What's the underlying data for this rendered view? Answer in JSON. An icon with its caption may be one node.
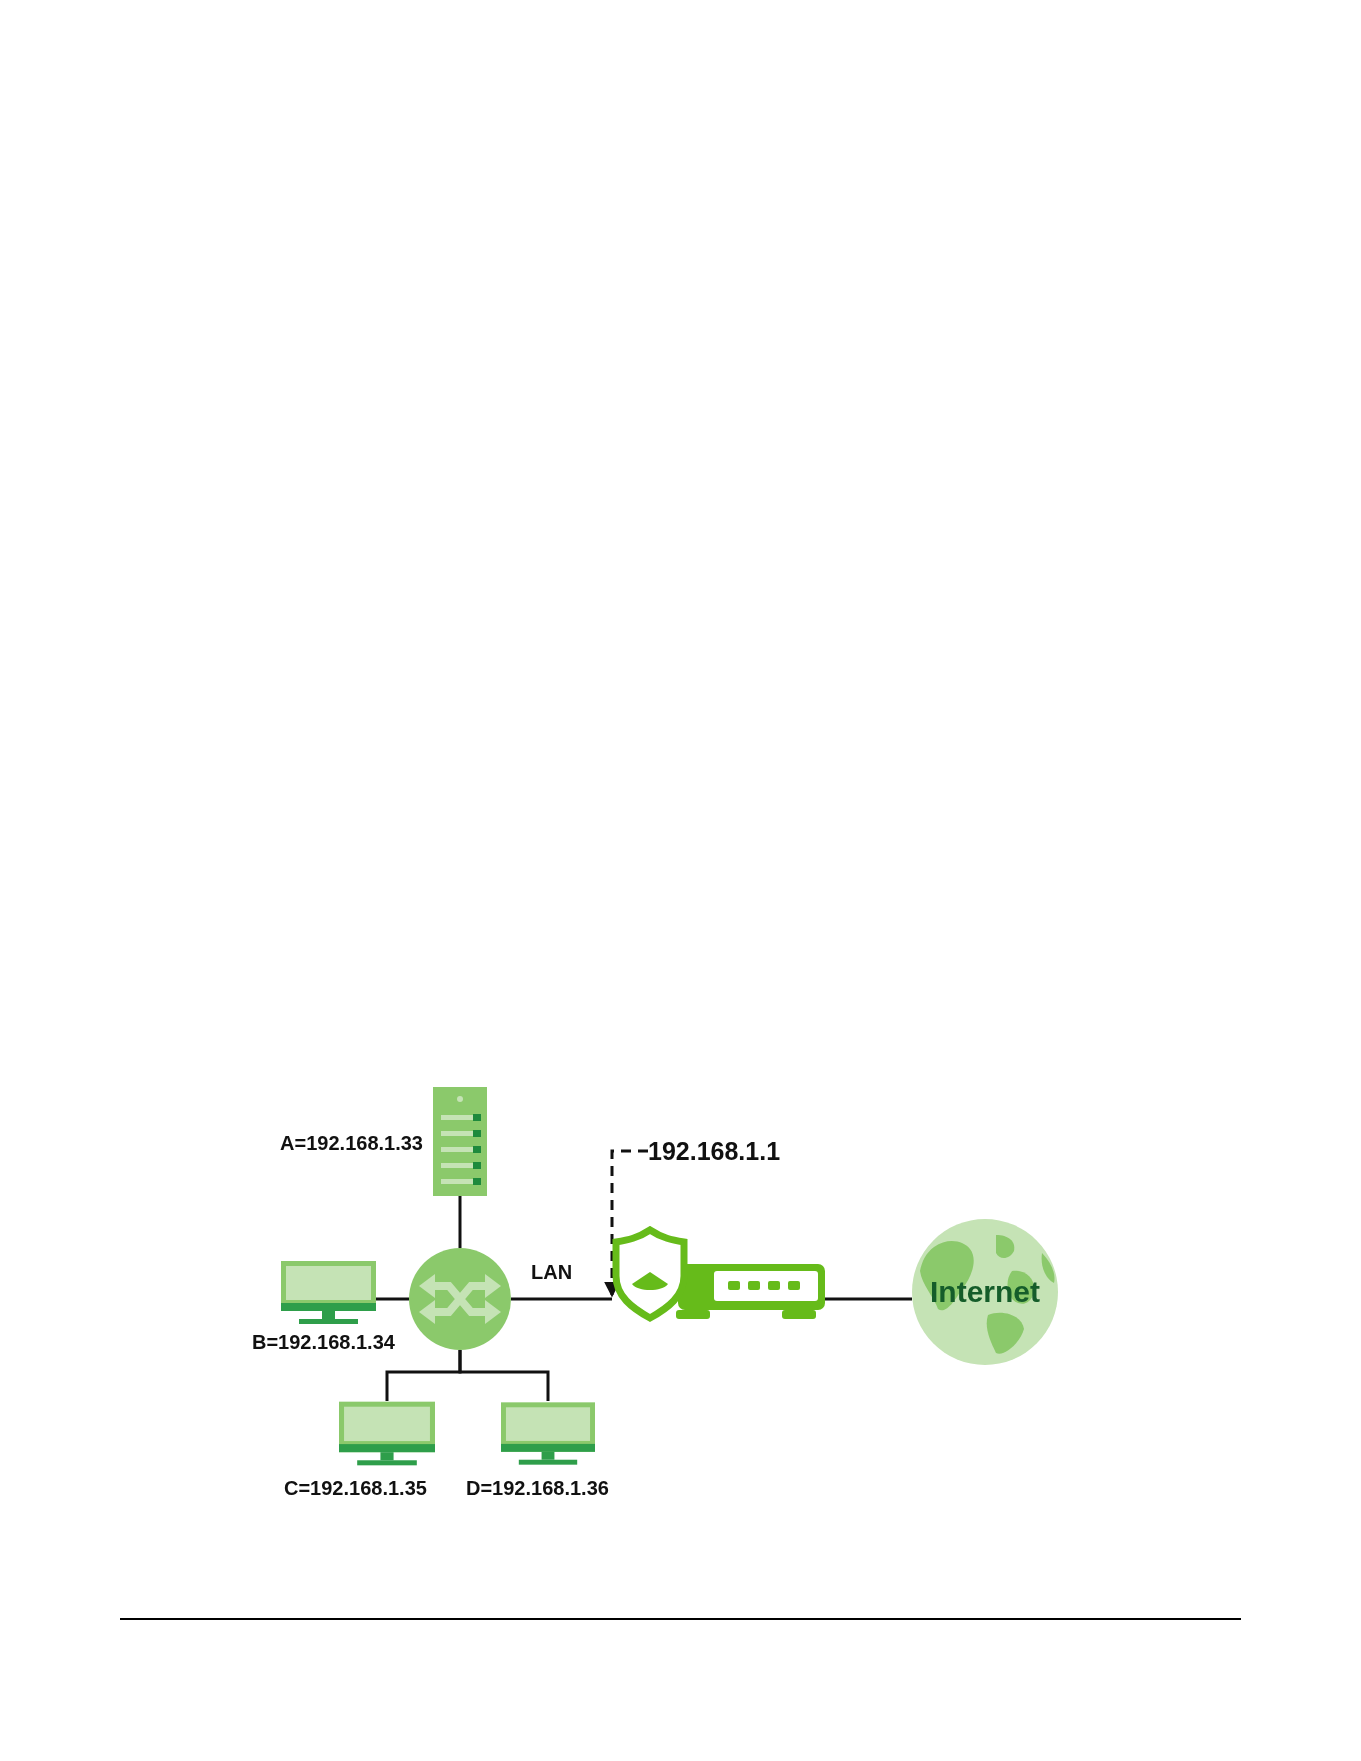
{
  "diagram": {
    "nodes": [
      {
        "text": [],
        "shape": "server",
        "beside": [
          "A=192.168.1.33"
        ]
      },
      {
        "text": [],
        "shape": "switch"
      },
      {
        "text": [],
        "shape": "monitor",
        "beside": [
          "B=192.168.1.34"
        ]
      },
      {
        "text": [],
        "shape": "monitor",
        "beside": [
          "C=192.168.1.35"
        ]
      },
      {
        "text": [],
        "shape": "monitor",
        "beside": [
          "D=192.168.1.36"
        ]
      },
      {
        "text": [],
        "shape": "firewall"
      },
      {
        "text": [
          "Internet"
        ]
      },
      {
        "text": [
          "192.168.1.1"
        ]
      }
    ],
    "edges": [
      {
        "from": 0,
        "to": 1,
        "arrow": "none"
      },
      {
        "from": 2,
        "to": 1,
        "arrow": "none"
      },
      {
        "from": 1,
        "to": 3,
        "arrow": "none"
      },
      {
        "from": 1,
        "to": 4,
        "arrow": "none"
      },
      {
        "from": 1,
        "to": 5,
        "arrow": "none",
        "label": "LAN"
      },
      {
        "from": 5,
        "to": 6,
        "arrow": "none"
      },
      {
        "from": 7,
        "to": 5,
        "arrow": "to",
        "style": "dashed"
      }
    ]
  }
}
